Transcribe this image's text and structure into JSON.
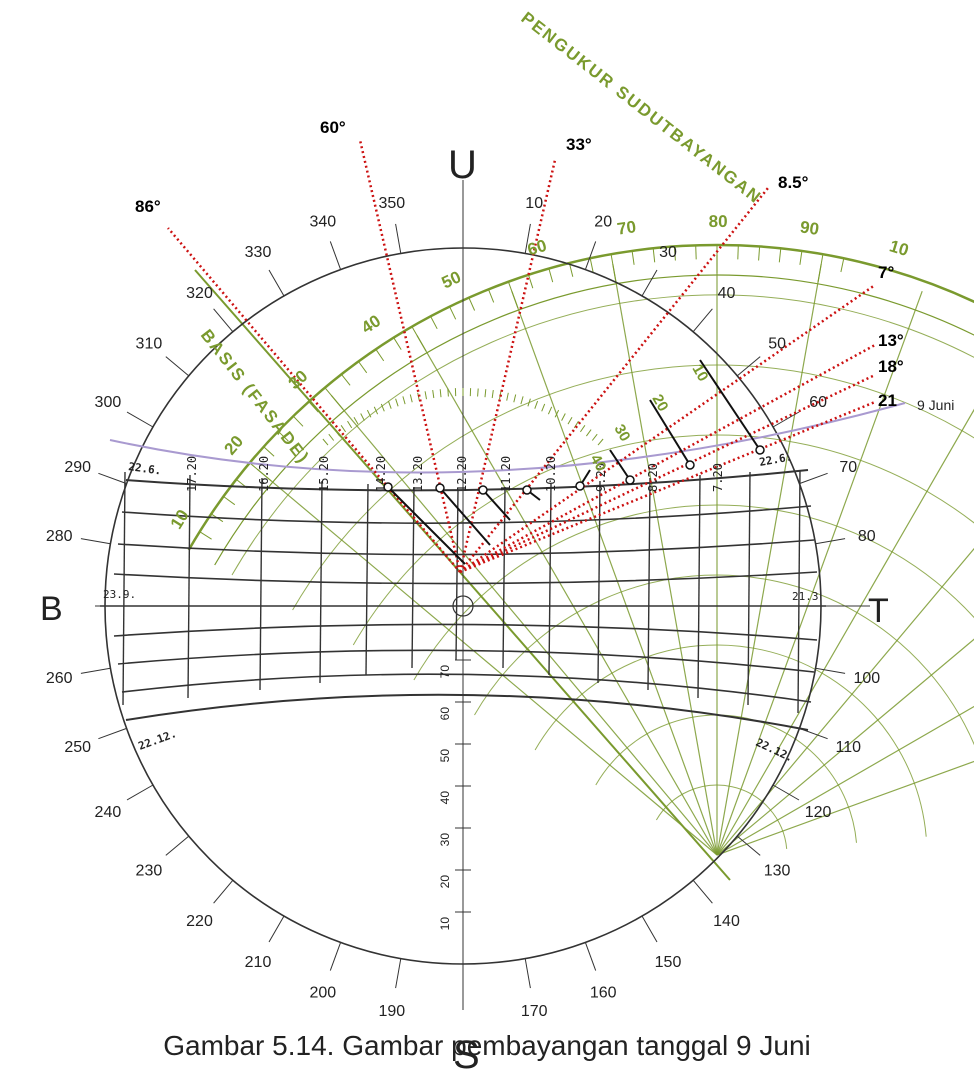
{
  "title_label": "PENGUKUR SUDUTBAYANGAN",
  "basis_label": "BASIS (FASADE)",
  "compass": {
    "north": "U",
    "south": "S",
    "west": "B",
    "east": "T"
  },
  "azimuth_ticks": [
    {
      "deg": 10,
      "label": "10"
    },
    {
      "deg": 20,
      "label": "20"
    },
    {
      "deg": 30,
      "label": "30"
    },
    {
      "deg": 40,
      "label": "40"
    },
    {
      "deg": 50,
      "label": "50"
    },
    {
      "deg": 60,
      "label": "60"
    },
    {
      "deg": 70,
      "label": "70"
    },
    {
      "deg": 80,
      "label": "80"
    },
    {
      "deg": 100,
      "label": "100"
    },
    {
      "deg": 110,
      "label": "110"
    },
    {
      "deg": 120,
      "label": "120"
    },
    {
      "deg": 130,
      "label": "130"
    },
    {
      "deg": 140,
      "label": "140"
    },
    {
      "deg": 150,
      "label": "150"
    },
    {
      "deg": 160,
      "label": "160"
    },
    {
      "deg": 170,
      "label": "170"
    },
    {
      "deg": 190,
      "label": "190"
    },
    {
      "deg": 200,
      "label": "200"
    },
    {
      "deg": 210,
      "label": "210"
    },
    {
      "deg": 220,
      "label": "220"
    },
    {
      "deg": 230,
      "label": "230"
    },
    {
      "deg": 240,
      "label": "240"
    },
    {
      "deg": 250,
      "label": "250"
    },
    {
      "deg": 260,
      "label": "260"
    },
    {
      "deg": 280,
      "label": "280"
    },
    {
      "deg": 290,
      "label": "290"
    },
    {
      "deg": 300,
      "label": "300"
    },
    {
      "deg": 310,
      "label": "310"
    },
    {
      "deg": 320,
      "label": "320"
    },
    {
      "deg": 330,
      "label": "330"
    },
    {
      "deg": 340,
      "label": "340"
    },
    {
      "deg": 350,
      "label": "350"
    }
  ],
  "altitude_scale": [
    "10",
    "20",
    "30",
    "40",
    "50",
    "60",
    "70"
  ],
  "protractor_labels": [
    "10",
    "20",
    "30",
    "40",
    "50",
    "60",
    "70",
    "80",
    "90",
    "10",
    "20",
    "30",
    "40",
    "50",
    "60",
    "70",
    "80",
    "90"
  ],
  "shadow_angle_labels": [
    "86°",
    "60°",
    "33°",
    "8.5°",
    "7°",
    "13°",
    "18°",
    "21"
  ],
  "hour_labels": [
    "17.20",
    "16.20",
    "15.20",
    "14.20",
    "13.20",
    "12.20",
    "11.20",
    "10.20",
    "9.20",
    "8.20",
    "7.20"
  ],
  "date_labels": {
    "top_left": "22.6.",
    "top_right": "22.6.",
    "mid_left": "23.9.",
    "mid_right": "21.3",
    "bottom_left": "22.12.",
    "bottom_right": "22.12."
  },
  "date_curve_label": "9 Juni",
  "protractor_inner_labels": [
    "10",
    "20",
    "30",
    "40"
  ],
  "colors": {
    "green": "#7a9a2e",
    "red": "#cc1111",
    "lavender": "#a99ad0",
    "dark": "#333333"
  },
  "caption": "Gambar 5.14. Gambar pembayangan tanggal 9 Juni"
}
